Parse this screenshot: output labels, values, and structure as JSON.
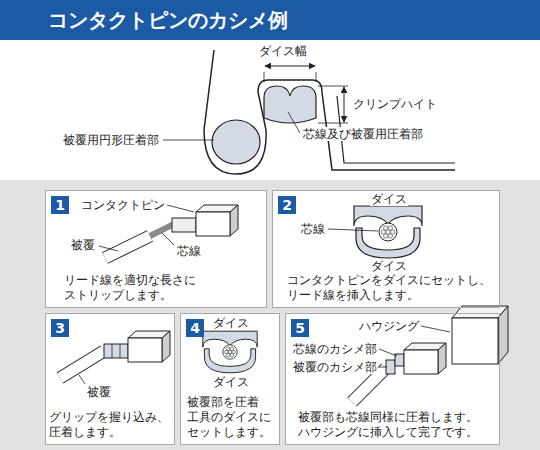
{
  "diagram": {
    "title": "コンタクトピンのカシメ例",
    "nodes": [
      {
        "text": [
          "リード線を適切な長さに ストリップします。"
        ]
      },
      {
        "text": [
          "1"
        ],
        "in": 0
      },
      {
        "text": [
          "コンタクトピンをダイスにセットし、 リード線を挿入します。"
        ]
      },
      {
        "text": [
          "2"
        ],
        "in": 2
      },
      {
        "text": [
          "グリップを握り込み、 圧着します。"
        ]
      },
      {
        "text": [
          "3"
        ],
        "in": 4
      },
      {
        "text": [
          "被覆部を圧着 工具のダイスに セットします。"
        ]
      },
      {
        "text": [
          "4"
        ],
        "in": 6
      },
      {
        "text": [
          "被覆部も芯線同様に圧着します。 ハウジングに挿入して完了です。"
        ]
      },
      {
        "text": [
          "5"
        ],
        "in": 8
      }
    ],
    "edges": [],
    "labels": [
      "ダイス幅",
      "クリンプハイト",
      "被覆用円形圧着部",
      "芯線及び被覆用圧着部",
      "コンタクトピン",
      "被覆",
      "芯線",
      "ダイス",
      "芯線",
      "ダイス",
      "被覆",
      "ダイス",
      "ダイス",
      "ハウジング",
      "芯線のカシメ部",
      "被覆のカシメ部"
    ]
  }
}
